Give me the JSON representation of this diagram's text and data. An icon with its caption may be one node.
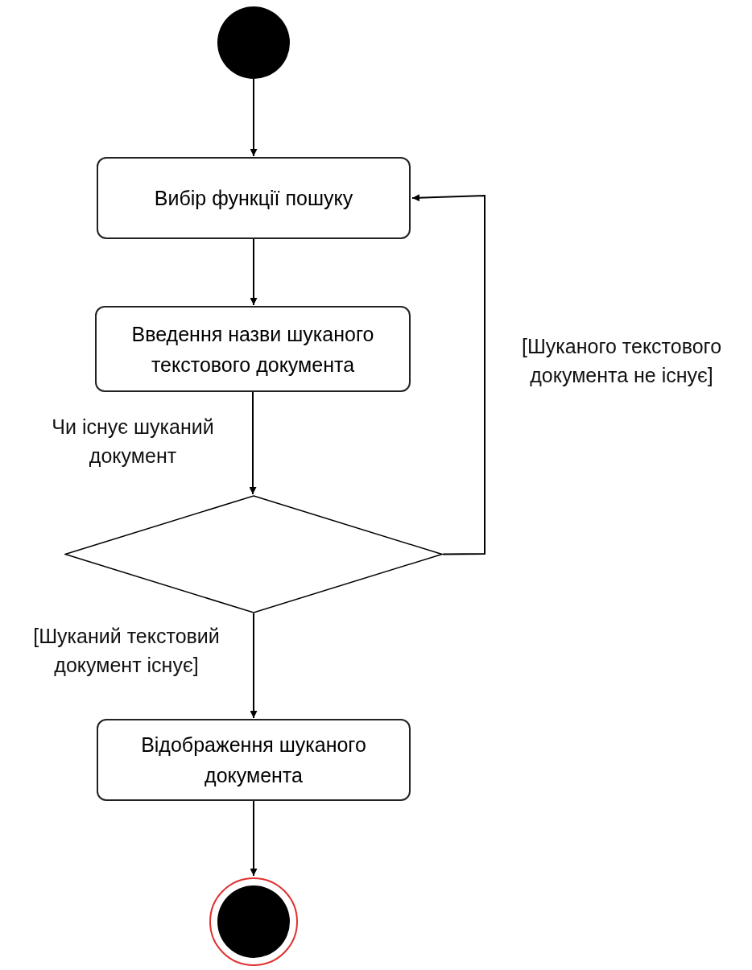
{
  "diagram": {
    "nodes": [
      {
        "text": [],
        "shape": "circle"
      },
      {
        "text": [
          "Вибір функції пошуку"
        ]
      },
      {
        "text": [
          "Введення назви шуканого текстового документа"
        ]
      },
      {
        "text": [],
        "shape": "diamond"
      },
      {
        "text": [
          "Відображення шуканого документа"
        ]
      },
      {
        "text": [],
        "shape": "circle"
      }
    ],
    "edges": [
      {
        "from": 0,
        "to": 1,
        "arrow": "to"
      },
      {
        "from": 1,
        "to": 2,
        "arrow": "to"
      },
      {
        "from": 2,
        "to": 3,
        "arrow": "to",
        "label": "Чи існує шуканий документ"
      },
      {
        "from": 3,
        "to": 4,
        "arrow": "to",
        "label": "[Шуканий текстовий документ існує]"
      },
      {
        "from": 4,
        "to": 5,
        "arrow": "to"
      },
      {
        "from": 3,
        "to": 1,
        "arrow": "to",
        "label": "[Шуканого текстового документа не існує]"
      }
    ]
  }
}
